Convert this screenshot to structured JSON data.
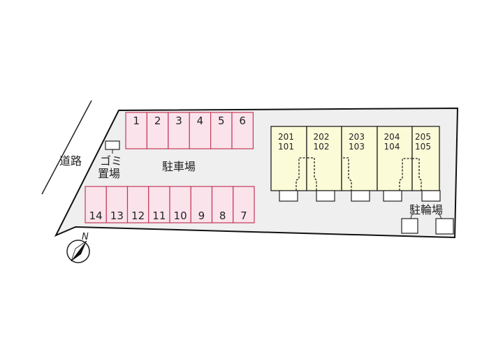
{
  "labels": {
    "road": "道路",
    "trash_1": "ゴミ",
    "trash_2": "置場",
    "parking": "駐車場",
    "bicycle_parking": "駐輪場",
    "north": "N"
  },
  "parking_top": [
    "1",
    "2",
    "3",
    "4",
    "5",
    "6"
  ],
  "parking_bottom": [
    "14",
    "13",
    "12",
    "11",
    "10",
    "9",
    "8",
    "7"
  ],
  "units": [
    {
      "upper": "201",
      "lower": "101"
    },
    {
      "upper": "202",
      "lower": "102"
    },
    {
      "upper": "203",
      "lower": "103"
    },
    {
      "upper": "204",
      "lower": "104"
    },
    {
      "upper": "205",
      "lower": "105"
    }
  ],
  "colors": {
    "lot": "#efefef",
    "parking_fill": "#fbe3ec",
    "parking_stroke": "#c23a5a",
    "building_fill": "#fcfbd8"
  }
}
